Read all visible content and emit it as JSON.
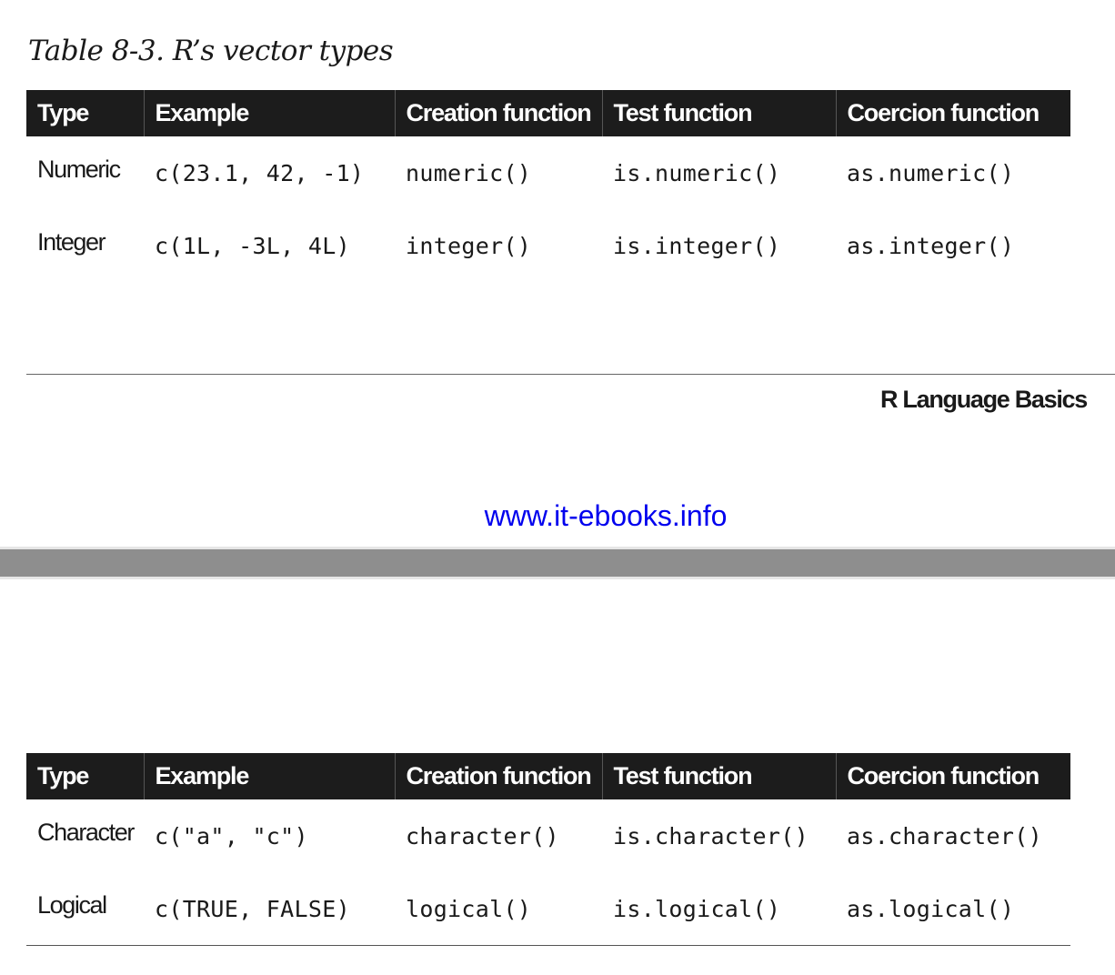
{
  "caption": "Table 8-3. R’s vector types",
  "headers": [
    "Type",
    "Example",
    "Creation function",
    "Test function",
    "Coercion function"
  ],
  "rows_top": [
    {
      "type": "Numeric",
      "example": "c(23.1, 42, -1)",
      "creation": "numeric()",
      "test": "is.numeric()",
      "coercion": "as.numeric()"
    },
    {
      "type": "Integer",
      "example": "c(1L, -3L, 4L)",
      "creation": "integer()",
      "test": "is.integer()",
      "coercion": "as.integer()"
    }
  ],
  "rows_bottom": [
    {
      "type": "Character",
      "example": "c(\"a\", \"c\")",
      "creation": "character()",
      "test": "is.character()",
      "coercion": "as.character()"
    },
    {
      "type": "Logical",
      "example": "c(TRUE, FALSE)",
      "creation": "logical()",
      "test": "is.logical()",
      "coercion": "as.logical()"
    }
  ],
  "running_head": "R Language Basics",
  "watermark": "www.it-ebooks.info"
}
